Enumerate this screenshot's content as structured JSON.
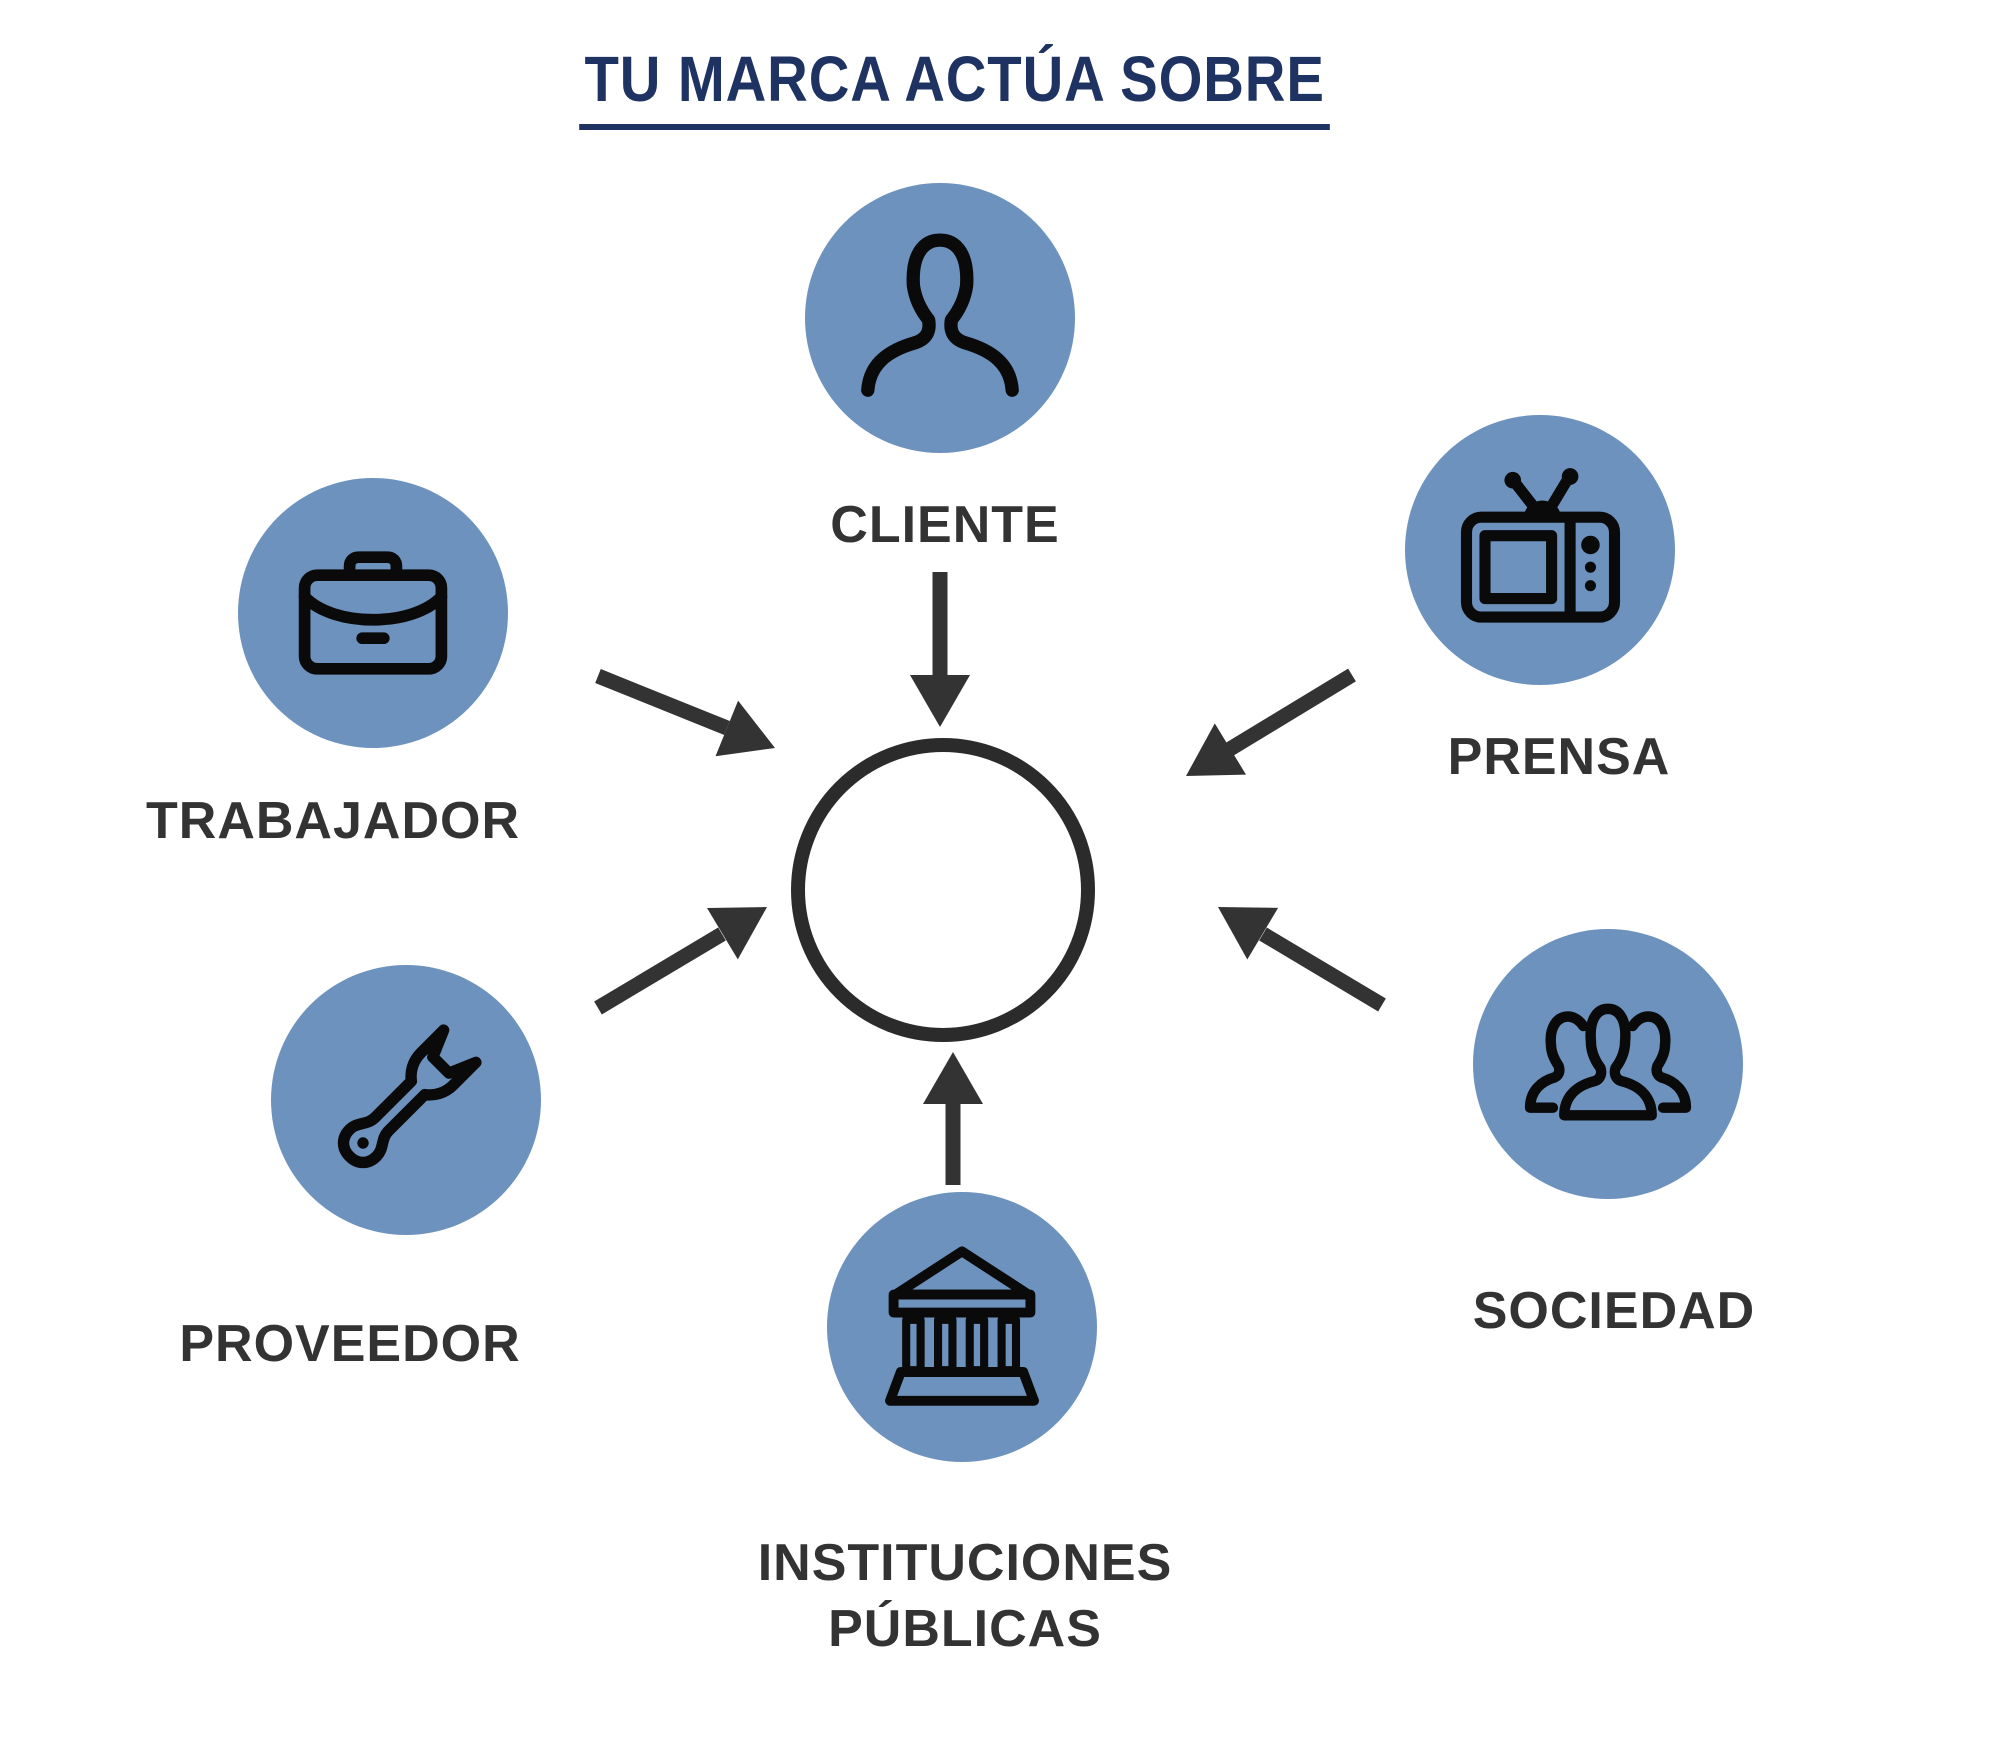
{
  "title": "TU MARCA ACTÚA SOBRE",
  "colors": {
    "background": "#ffffff",
    "title_text": "#1e3361",
    "node_circle": "#6d92bd",
    "icon_stroke": "#0a0a0a",
    "label_text": "#333333",
    "arrow": "#333333",
    "center_circle_border": "#2b2b2b",
    "center_circle_fill": "#ffffff"
  },
  "nodes": [
    {
      "id": "cliente",
      "label": "CLIENTE",
      "icon": "person-icon"
    },
    {
      "id": "trabajador",
      "label": "TRABAJADOR",
      "icon": "briefcase-icon"
    },
    {
      "id": "prensa",
      "label": "PRENSA",
      "icon": "tv-icon"
    },
    {
      "id": "proveedor",
      "label": "PROVEEDOR",
      "icon": "wrench-icon"
    },
    {
      "id": "sociedad",
      "label": "SOCIEDAD",
      "icon": "people-group-icon"
    },
    {
      "id": "instituciones_publicas",
      "label": "INSTITUCIONES PÚBLICAS",
      "icon": "bank-icon"
    }
  ]
}
